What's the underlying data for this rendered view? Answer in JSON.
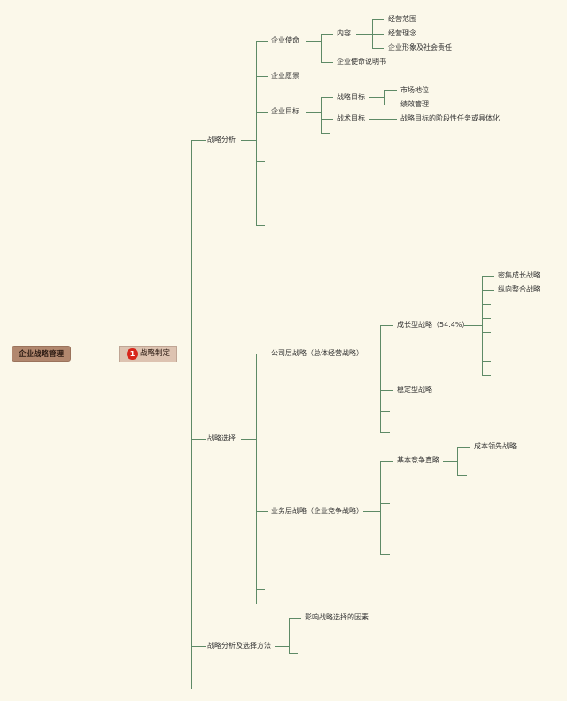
{
  "root": {
    "label": "企业战略管理"
  },
  "sub": {
    "badge": "1",
    "label": "战略制定"
  },
  "nodes": {
    "analysis": "战略分析",
    "mission": "企业使命",
    "content": "内容",
    "scope": "经营范围",
    "philosophy": "经营理念",
    "image": "企业形象及社会责任",
    "mission_doc": "企业使命说明书",
    "vision": "企业愿景",
    "goals": "企业目标",
    "strategic_goal": "战略目标",
    "market": "市场地位",
    "performance": "绩效管理",
    "tactical_goal": "战术目标",
    "tactical_desc": "战略目标的阶段性任务或具体化",
    "choice": "战略选择",
    "corp_level": "公司层战略（总体经营战略）",
    "growth": "成长型战略（54.4%）",
    "intensive": "密集成长战略",
    "vertical": "纵向整合战略",
    "stable": "稳定型战略",
    "business_level": "业务层战略（企业竞争战略）",
    "basic_comp": "基本竞争真略",
    "cost_lead": "成本领先战略",
    "methods": "战略分析及选择方法",
    "factors": "影响战略选择的因素"
  },
  "colors": {
    "line": "#5e8a66",
    "background": "#fbf8ea",
    "root": "#b1876e",
    "sub": "#ddc3b1",
    "badge": "#d8261b"
  }
}
